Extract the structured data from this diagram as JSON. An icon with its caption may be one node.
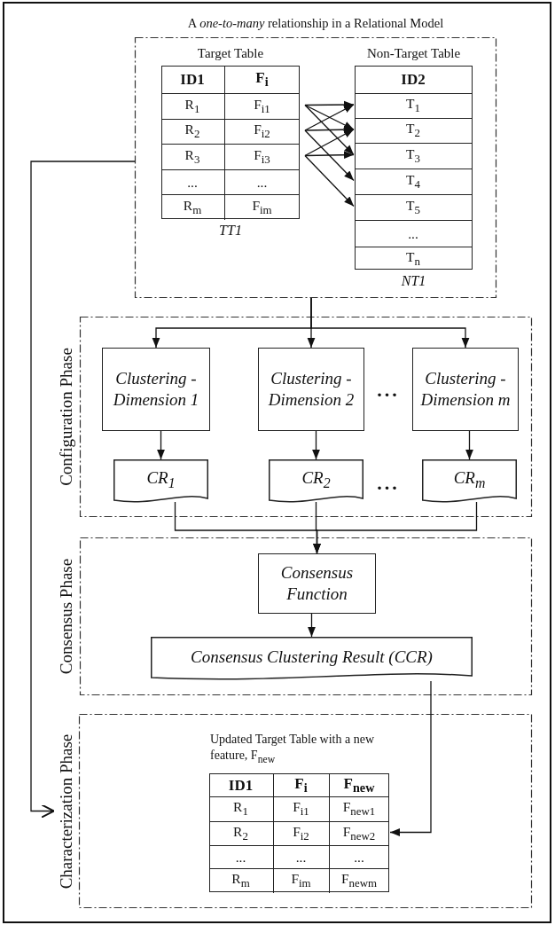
{
  "diagram": {
    "nodes": [
      {
        "text": [
          "A *one-to-many* relationship in a Relational Model"
        ]
      },
      {
        "text": [
          "Target Table"
        ],
        "in": 0,
        "beside": [
          "TT1"
        ]
      },
      {
        "text": [
          "ID1",
          "F$_{i}$"
        ],
        "in": 1
      },
      {
        "text": [
          "R$_{1}$",
          "F$_{i1}$"
        ],
        "in": 1
      },
      {
        "text": [
          "R$_{2}$",
          "F$_{i2}$"
        ],
        "in": 1
      },
      {
        "text": [
          "R$_{3}$",
          "F$_{i3}$"
        ],
        "in": 1
      },
      {
        "text": [
          "...",
          "..."
        ],
        "in": 1
      },
      {
        "text": [
          "R$_{m}$",
          "F$_{im}$"
        ],
        "in": 1
      },
      {
        "text": [
          "Non-Target Table"
        ],
        "in": 0,
        "beside": [
          "NT1"
        ]
      },
      {
        "text": [
          "ID2"
        ],
        "in": 8
      },
      {
        "text": [
          "T$_{1}$"
        ],
        "in": 8
      },
      {
        "text": [
          "T$_{2}$"
        ],
        "in": 8
      },
      {
        "text": [
          "T$_{3}$"
        ],
        "in": 8
      },
      {
        "text": [
          "T$_{4}$"
        ],
        "in": 8
      },
      {
        "text": [
          "T$_{5}$"
        ],
        "in": 8
      },
      {
        "text": [
          "..."
        ],
        "in": 8
      },
      {
        "text": [
          "T$_{n}$"
        ],
        "in": 8
      },
      {
        "text": [
          "Configuration Phase"
        ]
      },
      {
        "text": [
          "Clustering - Dimension 1"
        ],
        "in": 17
      },
      {
        "text": [
          "Clustering - Dimension 2"
        ],
        "in": 17
      },
      {
        "text": [
          "Clustering - Dimension m"
        ],
        "in": 17
      },
      {
        "text": [
          "CR$_{1}$"
        ],
        "in": 17
      },
      {
        "text": [
          "CR$_{2}$"
        ],
        "in": 17
      },
      {
        "text": [
          "CR$_{m}$"
        ],
        "in": 17
      },
      {
        "text": [
          "Consensus Phase"
        ]
      },
      {
        "text": [
          "Consensus Function"
        ],
        "in": 24
      },
      {
        "text": [
          "Consensus Clustering Result (CCR)"
        ],
        "in": 24
      },
      {
        "text": [
          "Characterization Phase"
        ]
      },
      {
        "text": [
          "Updated Target Table with a new feature, F$_{new}$"
        ],
        "in": 27
      },
      {
        "text": [
          "ID1",
          "F$_{i}$",
          "F$_{new}$"
        ],
        "in": 28
      },
      {
        "text": [
          "R$_{1}$",
          "F$_{i1}$",
          "F$_{new1}$"
        ],
        "in": 28
      },
      {
        "text": [
          "R$_{2}$",
          "F$_{i2}$",
          "F$_{new2}$"
        ],
        "in": 28
      },
      {
        "text": [
          "...",
          "...",
          "..."
        ],
        "in": 28
      },
      {
        "text": [
          "R$_{m}$",
          "F$_{im}$",
          "F$_{newm}$"
        ],
        "in": 28
      }
    ],
    "edges": [
      {
        "from": 3,
        "to": 10,
        "arrow": "to"
      },
      {
        "from": 3,
        "to": 11,
        "arrow": "to"
      },
      {
        "from": 3,
        "to": 12,
        "arrow": "to"
      },
      {
        "from": 4,
        "to": 10,
        "arrow": "to"
      },
      {
        "from": 4,
        "to": 11,
        "arrow": "to"
      },
      {
        "from": 4,
        "to": 13,
        "arrow": "to"
      },
      {
        "from": 5,
        "to": 11,
        "arrow": "to"
      },
      {
        "from": 5,
        "to": 12,
        "arrow": "to"
      },
      {
        "from": 5,
        "to": 14,
        "arrow": "to"
      },
      {
        "from": 0,
        "to": 18,
        "arrow": "to"
      },
      {
        "from": 0,
        "to": 19,
        "arrow": "to"
      },
      {
        "from": 0,
        "to": 20,
        "arrow": "to"
      },
      {
        "from": 18,
        "to": 21,
        "arrow": "to"
      },
      {
        "from": 19,
        "to": 22,
        "arrow": "to"
      },
      {
        "from": 20,
        "to": 23,
        "arrow": "to"
      },
      {
        "from": 21,
        "to": 25,
        "arrow": "to"
      },
      {
        "from": 22,
        "to": 25,
        "arrow": "to"
      },
      {
        "from": 23,
        "to": 25,
        "arrow": "to"
      },
      {
        "from": 25,
        "to": 26,
        "arrow": "to"
      },
      {
        "from": 26,
        "to": 31,
        "arrow": "to"
      },
      {
        "from": 0,
        "to": 27,
        "arrow": "to"
      }
    ],
    "labels": [
      "...",
      "..."
    ]
  }
}
